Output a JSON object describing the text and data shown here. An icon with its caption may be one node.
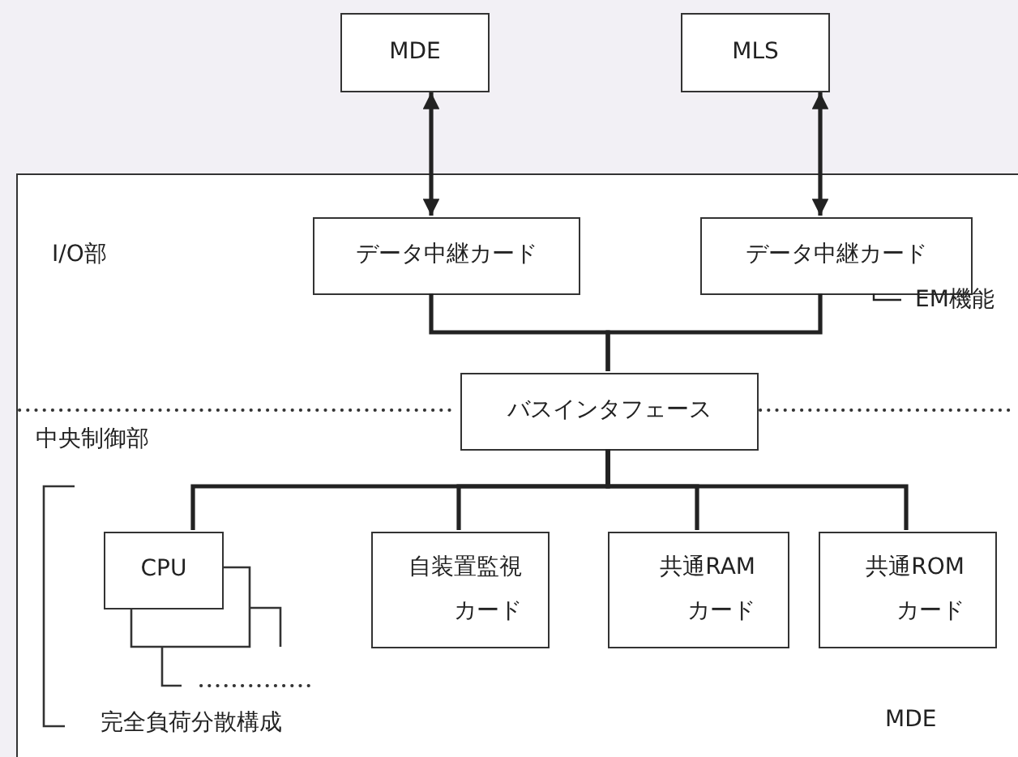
{
  "diagram": {
    "nodes": [
      {
        "text": [
          "MDE"
        ]
      },
      {
        "text": [
          "MLS"
        ]
      },
      {
        "text": [
          "MDE"
        ]
      },
      {
        "text": [
          "データ中継カード"
        ],
        "in": 2
      },
      {
        "text": [
          "データ中継カード"
        ],
        "in": 2
      },
      {
        "text": [
          "バスインタフェース"
        ],
        "in": 2
      },
      {
        "text": [
          "CPU"
        ],
        "in": 2
      },
      {
        "text": [
          "自装置監視カード"
        ],
        "in": 2
      },
      {
        "text": [
          "共通RAMカード"
        ],
        "in": 2
      },
      {
        "text": [
          "共通ROMカード"
        ],
        "in": 2
      },
      {
        "text": [
          "EM機能"
        ],
        "in": 2
      }
    ],
    "edges": [
      {
        "from": 0,
        "to": 3,
        "arrow": "both"
      },
      {
        "from": 1,
        "to": 4,
        "arrow": "both"
      },
      {
        "from": 3,
        "to": 5,
        "arrow": "none"
      },
      {
        "from": 4,
        "to": 5,
        "arrow": "none"
      },
      {
        "from": 5,
        "to": 6,
        "arrow": "none"
      },
      {
        "from": 5,
        "to": 7,
        "arrow": "none"
      },
      {
        "from": 5,
        "to": 8,
        "arrow": "none"
      },
      {
        "from": 5,
        "to": 9,
        "arrow": "none"
      },
      {
        "from": 10,
        "to": 4,
        "arrow": "none"
      }
    ],
    "labels": [
      "I/O部",
      "中央制御部",
      "完全負荷分散構成"
    ]
  }
}
